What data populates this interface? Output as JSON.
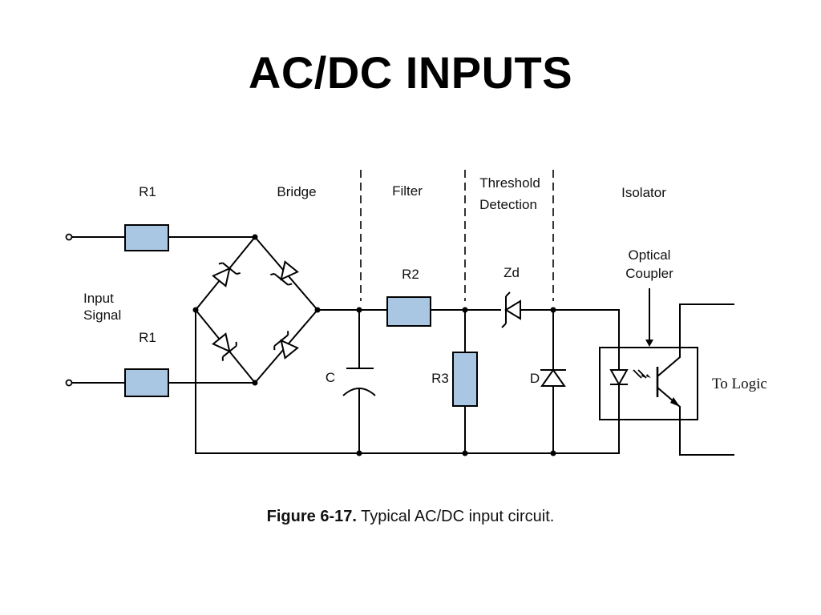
{
  "title": "AC/DC INPUTS",
  "sections": {
    "bridge": "Bridge",
    "filter": "Filter",
    "threshold_line1": "Threshold",
    "threshold_line2": "Detection",
    "isolator": "Isolator"
  },
  "components": {
    "r1_top": "R1",
    "r1_bottom": "R1",
    "r2": "R2",
    "r3": "R3",
    "zd": "Zd",
    "c": "C",
    "d": "D",
    "input_line1": "Input",
    "input_line2": "Signal",
    "optical_line1": "Optical",
    "optical_line2": "Coupler",
    "to_logic": "To Logic"
  },
  "caption": {
    "number": "Figure 6-17.",
    "text": "Typical AC/DC input circuit."
  },
  "colors": {
    "resistor_fill": "#a9c6e2"
  }
}
